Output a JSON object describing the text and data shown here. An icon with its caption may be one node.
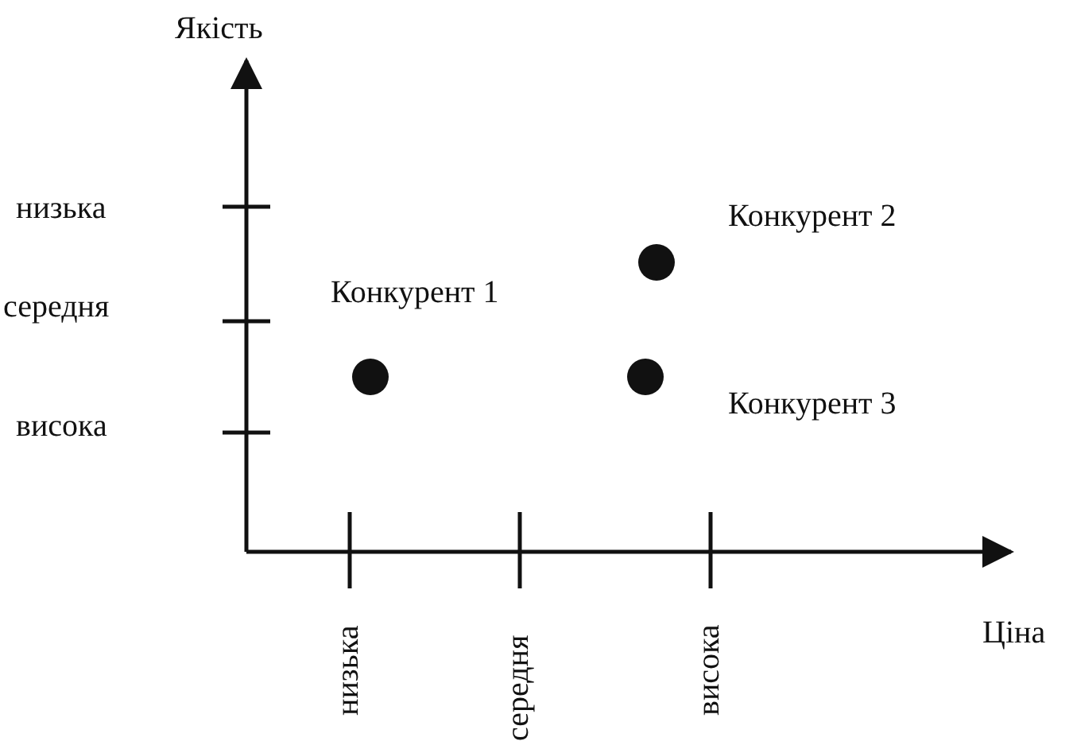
{
  "diagram": {
    "nodes": [
      {
        "text": [],
        "shape": "circle",
        "beside": [
          "Конкурент 1"
        ]
      },
      {
        "text": [],
        "shape": "circle",
        "beside": [
          "Конкурент 2"
        ]
      },
      {
        "text": [],
        "shape": "circle",
        "beside": [
          "Конкурент 3"
        ]
      }
    ],
    "labels": [
      "Якість",
      "низька",
      "середня",
      "висока",
      "низька",
      "середня",
      "висока",
      "Ціна"
    ]
  }
}
